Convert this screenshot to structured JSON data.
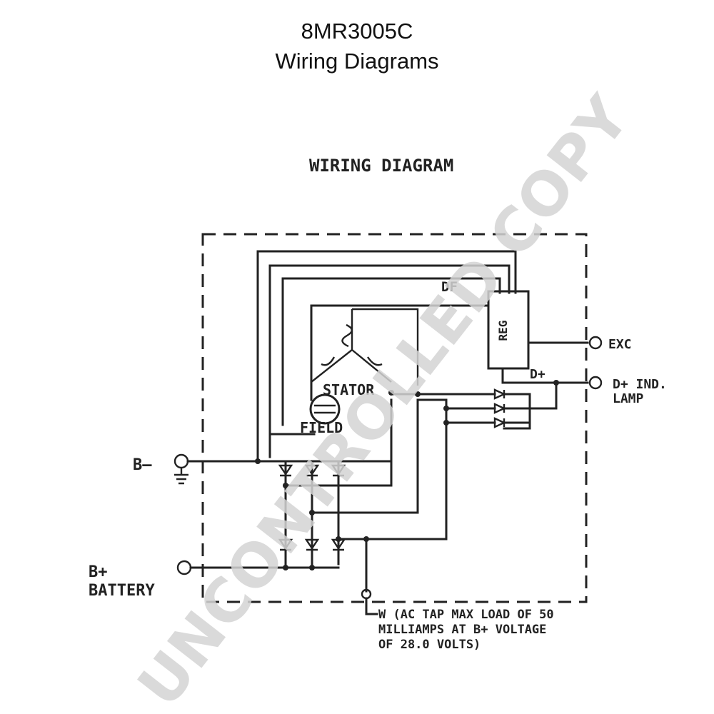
{
  "header": {
    "part_number": "8MR3005C",
    "page_title": "Wiring Diagrams"
  },
  "diagram": {
    "heading": "WIRING DIAGRAM",
    "labels": {
      "df": "DF",
      "reg": "REG",
      "stator": "STATOR",
      "field": "FIELD",
      "d_plus": "D+",
      "exc": "EXC",
      "d_plus_lamp_line1": "D+ IND.",
      "d_plus_lamp_line2": "LAMP",
      "b_minus": "B–",
      "b_plus_line1": "B+",
      "b_plus_line2": "BATTERY",
      "w_note_line1": "W (AC TAP MAX LOAD OF 50",
      "w_note_line2": "MILLIAMPS AT B+ VOLTAGE",
      "w_note_line3": "OF 28.0 VOLTS)"
    }
  },
  "watermark": {
    "text": "UNCONTROLLED COPY"
  }
}
